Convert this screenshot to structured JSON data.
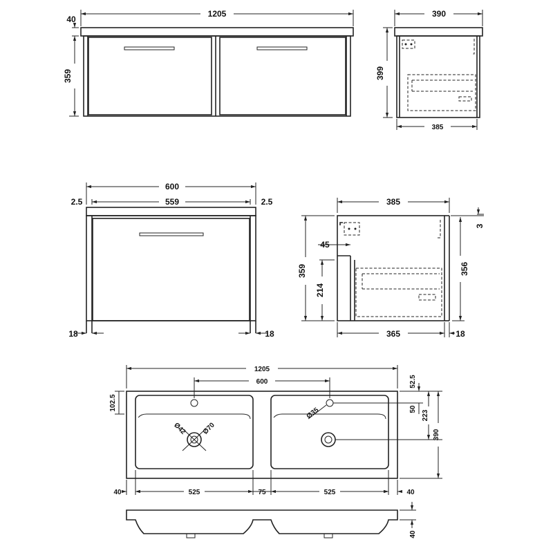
{
  "views": {
    "double_front": {
      "width": "1205",
      "top": "40",
      "height": "359"
    },
    "double_side": {
      "depth": "390",
      "height": "399",
      "inner_depth": "385"
    },
    "single_front": {
      "width": "600",
      "inner_width": "559",
      "left_gap": "2.5",
      "right_gap": "2.5",
      "left_leg": "18",
      "right_leg": "18"
    },
    "single_side": {
      "depth": "385",
      "gap_top": "3",
      "height": "359",
      "inner_height": "356",
      "offset": "45",
      "drawer_height": "214",
      "inner_depth": "365",
      "back": "18"
    },
    "basin_plan": {
      "width": "1205",
      "tap_spacing": "600",
      "front_margin": "102.5",
      "rear_margin": "52.5",
      "tap_to_bowl": "50",
      "bowl_depth": "223",
      "depth": "390",
      "waste_dia_small": "Ø42",
      "waste_dia_large": "Ø70",
      "tap_hole_dia": "Ø35",
      "left_edge": "40",
      "bowl_left": "525",
      "bowl_gap": "75",
      "bowl_right": "525",
      "right_edge": "40"
    },
    "basin_profile": {
      "thickness": "40"
    }
  }
}
